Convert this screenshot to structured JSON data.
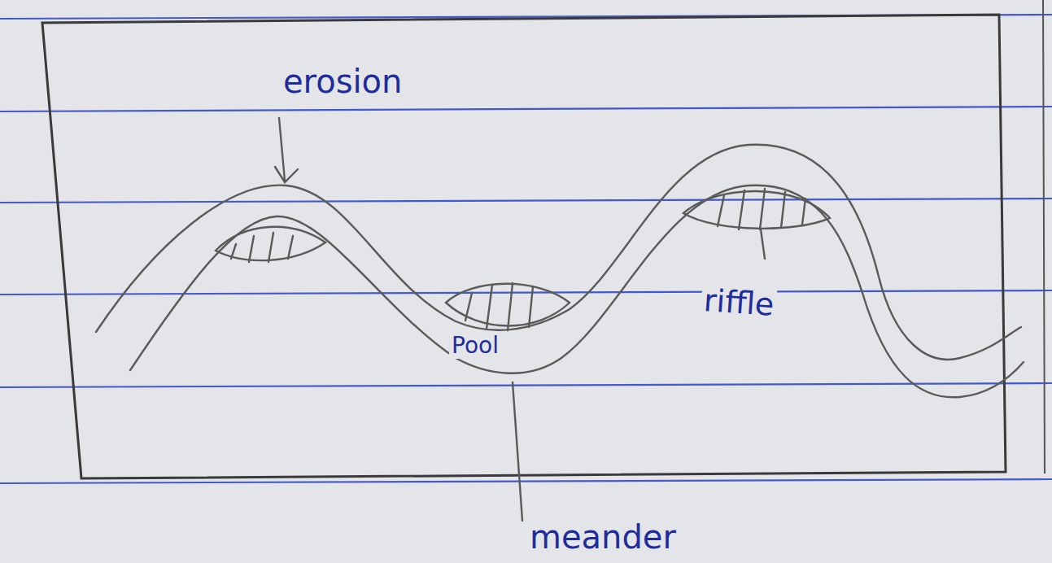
{
  "diagram": {
    "labels": [
      "erosion",
      "Pool",
      "riffle",
      "meander"
    ]
  }
}
